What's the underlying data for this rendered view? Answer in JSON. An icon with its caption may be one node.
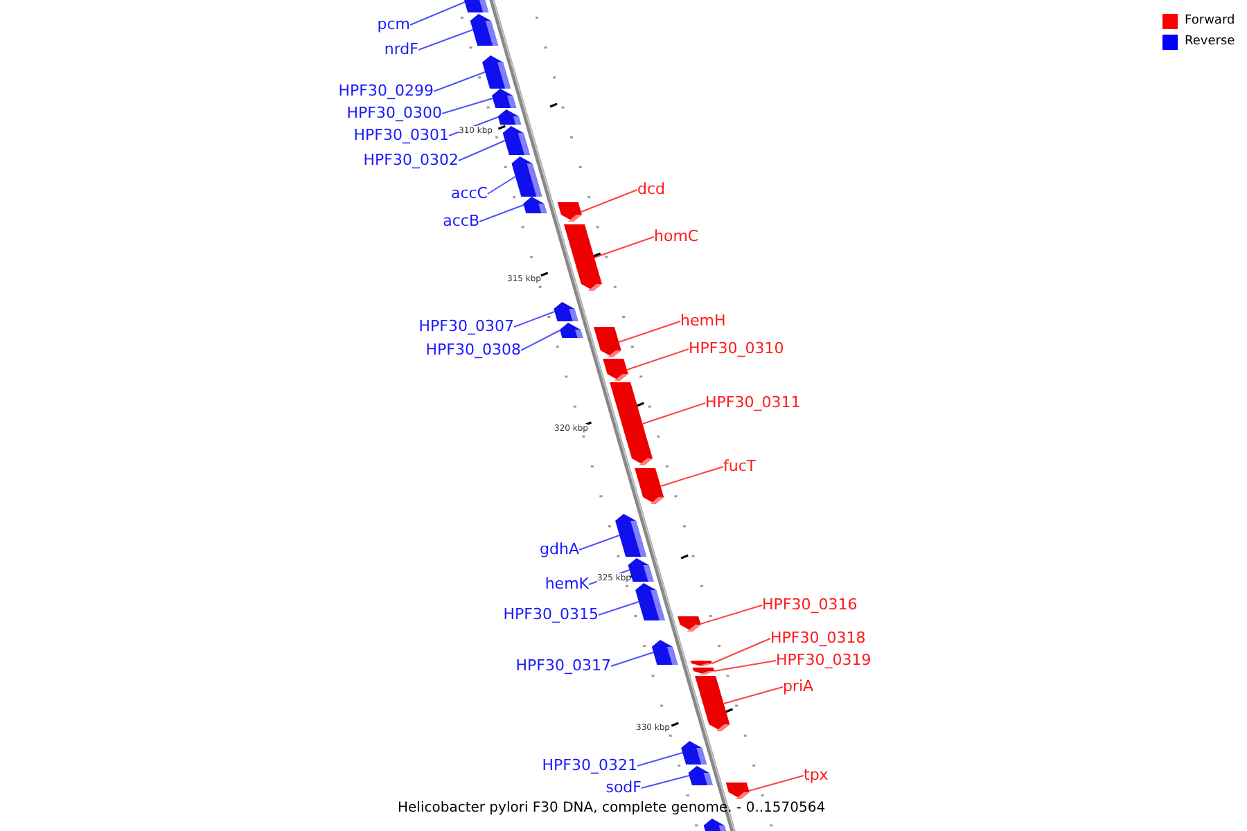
{
  "diagram": {
    "caption": "Helicobacter pylori F30 DNA, complete genome. - 0..1570564",
    "nodes": [
      {
        "text": [
          "pcm"
        ]
      },
      {
        "text": [
          "nrdF"
        ]
      },
      {
        "text": [
          "HPF30_0299"
        ]
      },
      {
        "text": [
          "HPF30_0300"
        ]
      },
      {
        "text": [
          "HPF30_0301"
        ]
      },
      {
        "text": [
          "HPF30_0302"
        ]
      },
      {
        "text": [
          "accC"
        ]
      },
      {
        "text": [
          "accB"
        ]
      },
      {
        "text": [
          "dcd"
        ]
      },
      {
        "text": [
          "homC"
        ]
      },
      {
        "text": [
          "HPF30_0307"
        ]
      },
      {
        "text": [
          "HPF30_0308"
        ]
      },
      {
        "text": [
          "hemH"
        ]
      },
      {
        "text": [
          "HPF30_0310"
        ]
      },
      {
        "text": [
          "HPF30_0311"
        ]
      },
      {
        "text": [
          "fucT"
        ]
      },
      {
        "text": [
          "gdhA"
        ]
      },
      {
        "text": [
          "hemK"
        ]
      },
      {
        "text": [
          "HPF30_0315"
        ]
      },
      {
        "text": [
          "HPF30_0316"
        ]
      },
      {
        "text": [
          "HPF30_0317"
        ]
      },
      {
        "text": [
          "HPF30_0318"
        ]
      },
      {
        "text": [
          "HPF30_0319"
        ]
      },
      {
        "text": [
          "priA"
        ]
      },
      {
        "text": [
          "HPF30_0321"
        ]
      },
      {
        "text": [
          "sodF"
        ]
      },
      {
        "text": [
          "tpx"
        ]
      },
      {
        "text": [],
        "shape": "bar"
      },
      {
        "text": [],
        "shape": "bar"
      },
      {
        "text": [],
        "shape": "bar"
      },
      {
        "text": [],
        "shape": "bar"
      },
      {
        "text": [],
        "shape": "bar"
      },
      {
        "text": [],
        "shape": "bar"
      },
      {
        "text": [],
        "shape": "bar"
      },
      {
        "text": [],
        "shape": "bar"
      },
      {
        "text": [],
        "shape": "bar"
      },
      {
        "text": [],
        "shape": "bar"
      },
      {
        "text": [],
        "shape": "bar"
      },
      {
        "text": [],
        "shape": "bar"
      },
      {
        "text": [],
        "shape": "bar"
      },
      {
        "text": [],
        "shape": "bar"
      },
      {
        "text": [],
        "shape": "bar"
      },
      {
        "text": [],
        "shape": "bar"
      },
      {
        "text": [],
        "shape": "bar"
      },
      {
        "text": [],
        "shape": "bar"
      },
      {
        "text": [],
        "shape": "bar"
      },
      {
        "text": [],
        "shape": "bar"
      },
      {
        "text": [],
        "shape": "bar"
      },
      {
        "text": [],
        "shape": "bar"
      },
      {
        "text": [],
        "shape": "bar"
      },
      {
        "text": [],
        "shape": "bar"
      },
      {
        "text": [],
        "shape": "bar"
      },
      {
        "text": [],
        "shape": "bar"
      },
      {
        "text": [],
        "shape": "bar"
      },
      {
        "text": [],
        "shape": "bar"
      }
    ],
    "edges": [
      {
        "from": 0,
        "to": 27,
        "arrow": "none"
      },
      {
        "from": 1,
        "to": 28,
        "arrow": "none"
      },
      {
        "from": 2,
        "to": 29,
        "arrow": "none"
      },
      {
        "from": 3,
        "to": 30,
        "arrow": "none"
      },
      {
        "from": 4,
        "to": 31,
        "arrow": "none"
      },
      {
        "from": 5,
        "to": 32,
        "arrow": "none"
      },
      {
        "from": 6,
        "to": 33,
        "arrow": "none"
      },
      {
        "from": 7,
        "to": 34,
        "arrow": "none"
      },
      {
        "from": 8,
        "to": 35,
        "arrow": "none",
        "color": "#ff4040"
      },
      {
        "from": 9,
        "to": 36,
        "arrow": "none",
        "color": "#ff4040"
      },
      {
        "from": 10,
        "to": 37,
        "arrow": "none"
      },
      {
        "from": 11,
        "to": 38,
        "arrow": "none"
      },
      {
        "from": 12,
        "to": 39,
        "arrow": "none",
        "color": "#ff4040"
      },
      {
        "from": 13,
        "to": 40,
        "arrow": "none",
        "color": "#ff4040"
      },
      {
        "from": 14,
        "to": 41,
        "arrow": "none",
        "color": "#ff4040"
      },
      {
        "from": 15,
        "to": 42,
        "arrow": "none",
        "color": "#ff4040"
      },
      {
        "from": 16,
        "to": 43,
        "arrow": "none"
      },
      {
        "from": 17,
        "to": 44,
        "arrow": "none"
      },
      {
        "from": 18,
        "to": 45,
        "arrow": "none"
      },
      {
        "from": 19,
        "to": 46,
        "arrow": "none",
        "color": "#ff4040"
      },
      {
        "from": 20,
        "to": 47,
        "arrow": "none"
      },
      {
        "from": 21,
        "to": 48,
        "arrow": "none",
        "color": "#ff4040"
      },
      {
        "from": 22,
        "to": 49,
        "arrow": "none",
        "color": "#ff4040"
      },
      {
        "from": 23,
        "to": 50,
        "arrow": "none",
        "color": "#ff4040"
      },
      {
        "from": 24,
        "to": 51,
        "arrow": "none"
      },
      {
        "from": 25,
        "to": 52,
        "arrow": "none"
      },
      {
        "from": 26,
        "to": 53,
        "arrow": "none",
        "color": "#ff4040"
      }
    ],
    "labels": [
      "310 kbp",
      "315 kbp",
      "320 kbp",
      "325 kbp",
      "330 kbp"
    ],
    "legend": [
      {
        "text": "Forward",
        "color": "#ff0000"
      },
      {
        "text": "Reverse",
        "color": "#0000ff"
      }
    ]
  }
}
